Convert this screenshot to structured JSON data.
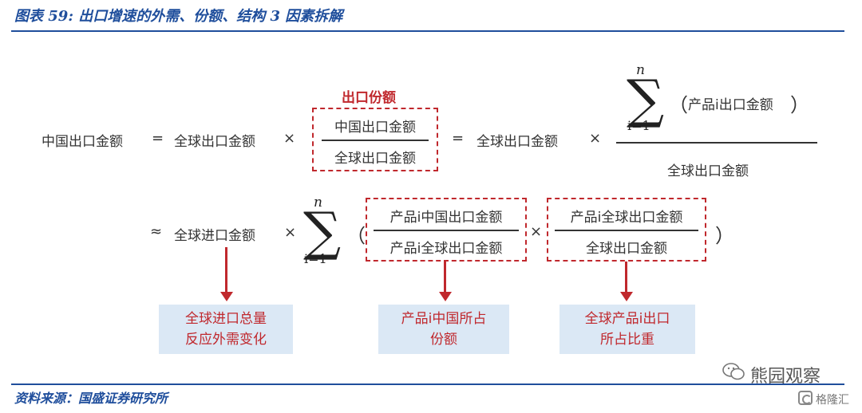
{
  "header": {
    "title": "图表 59: 出口增速的外需、份额、结构 3 因素拆解"
  },
  "formula1": {
    "lhs": "中国出口金额",
    "eq": "=",
    "term": "全球出口金额",
    "times": "×",
    "share_label": "出口份额",
    "frac_num": "中国出口金额",
    "frac_den": "全球出口金额",
    "eq2": "=",
    "term2": "全球出口金额",
    "times2": "×",
    "sum_upper": "n",
    "sum_lower": "i=1",
    "paren_open": "（",
    "sum_body": "产品i出口金额",
    "paren_close": "）",
    "big_den": "全球出口金额"
  },
  "formula2": {
    "approx": "≈",
    "term": "全球进口金额",
    "times": "×",
    "sum_upper": "n",
    "sum_lower": "i=1",
    "paren_open": "（",
    "f1_num": "产品i中国出口金额",
    "f1_den": "产品i全球出口金额",
    "times_mid": "×",
    "f2_num": "产品i全球出口金额",
    "f2_den": "全球出口金额",
    "paren_close": "）"
  },
  "notes": {
    "n1": [
      "全球进口总量",
      "反应外需变化"
    ],
    "n2": [
      "产品i中国所占",
      "份额"
    ],
    "n3": [
      "全球产品i出口",
      "所占比重"
    ]
  },
  "footer": {
    "source": "资料来源：国盛证券研究所"
  },
  "watermark": {
    "brand": "熊园观察",
    "site": "格隆汇"
  },
  "colors": {
    "title_blue": "#1f4e9c",
    "accent_red": "#c0282d",
    "note_bg": "#dbe8f5"
  }
}
